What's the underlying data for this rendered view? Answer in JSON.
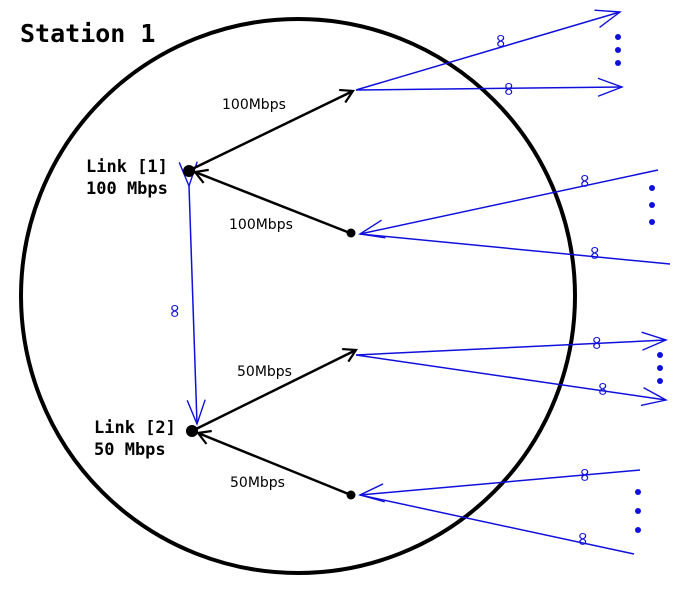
{
  "title": "Station 1",
  "link1": {
    "name": "Link [1]",
    "rate": "100 Mbps"
  },
  "link2": {
    "name": "Link [2]",
    "rate": "50 Mbps"
  },
  "edge_labels": {
    "l1_out": "100Mbps",
    "l1_in": "100Mbps",
    "l2_out": "50Mbps",
    "l2_in": "50Mbps"
  },
  "infinity": "∞",
  "colors": {
    "black": "#000000",
    "blue": "#1010dd"
  }
}
